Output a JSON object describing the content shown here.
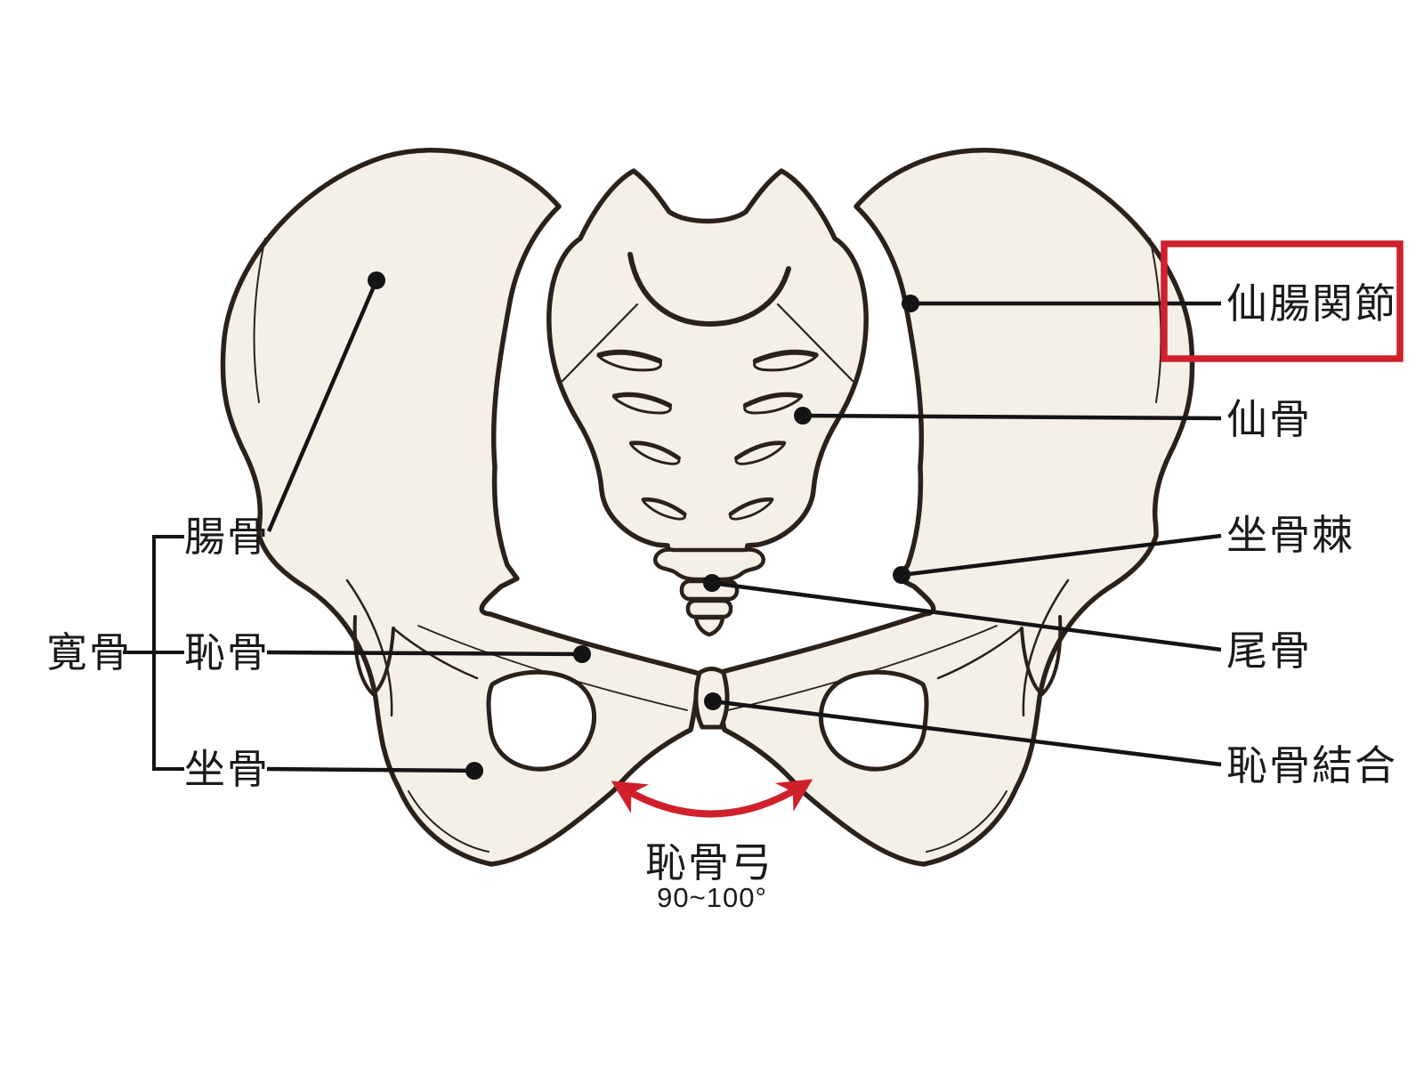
{
  "figure": {
    "type": "anatomical-diagram",
    "subject": "pelvis-anterior-view",
    "labels": {
      "sacroiliac_joint": "仙腸関節",
      "sacrum": "仙骨",
      "ischial_spine": "坐骨棘",
      "coccyx": "尾骨",
      "pubic_symphysis": "恥骨結合",
      "hip_bone": "寛骨",
      "ilium": "腸骨",
      "pubis": "恥骨",
      "ischium": "坐骨",
      "pubic_arch": "恥骨弓",
      "pubic_arch_angle": "90~100°"
    },
    "highlight": {
      "type": "rectangle",
      "highlighted_label": "仙腸関節",
      "color": "#cf202c"
    },
    "colors": {
      "background": "#ffffff",
      "bone_fill": "#f5f0e7",
      "bone_outline": "#2b211a",
      "leader_line": "#141414",
      "text": "#1a1a1a",
      "accent_red": "#cf202c"
    }
  }
}
